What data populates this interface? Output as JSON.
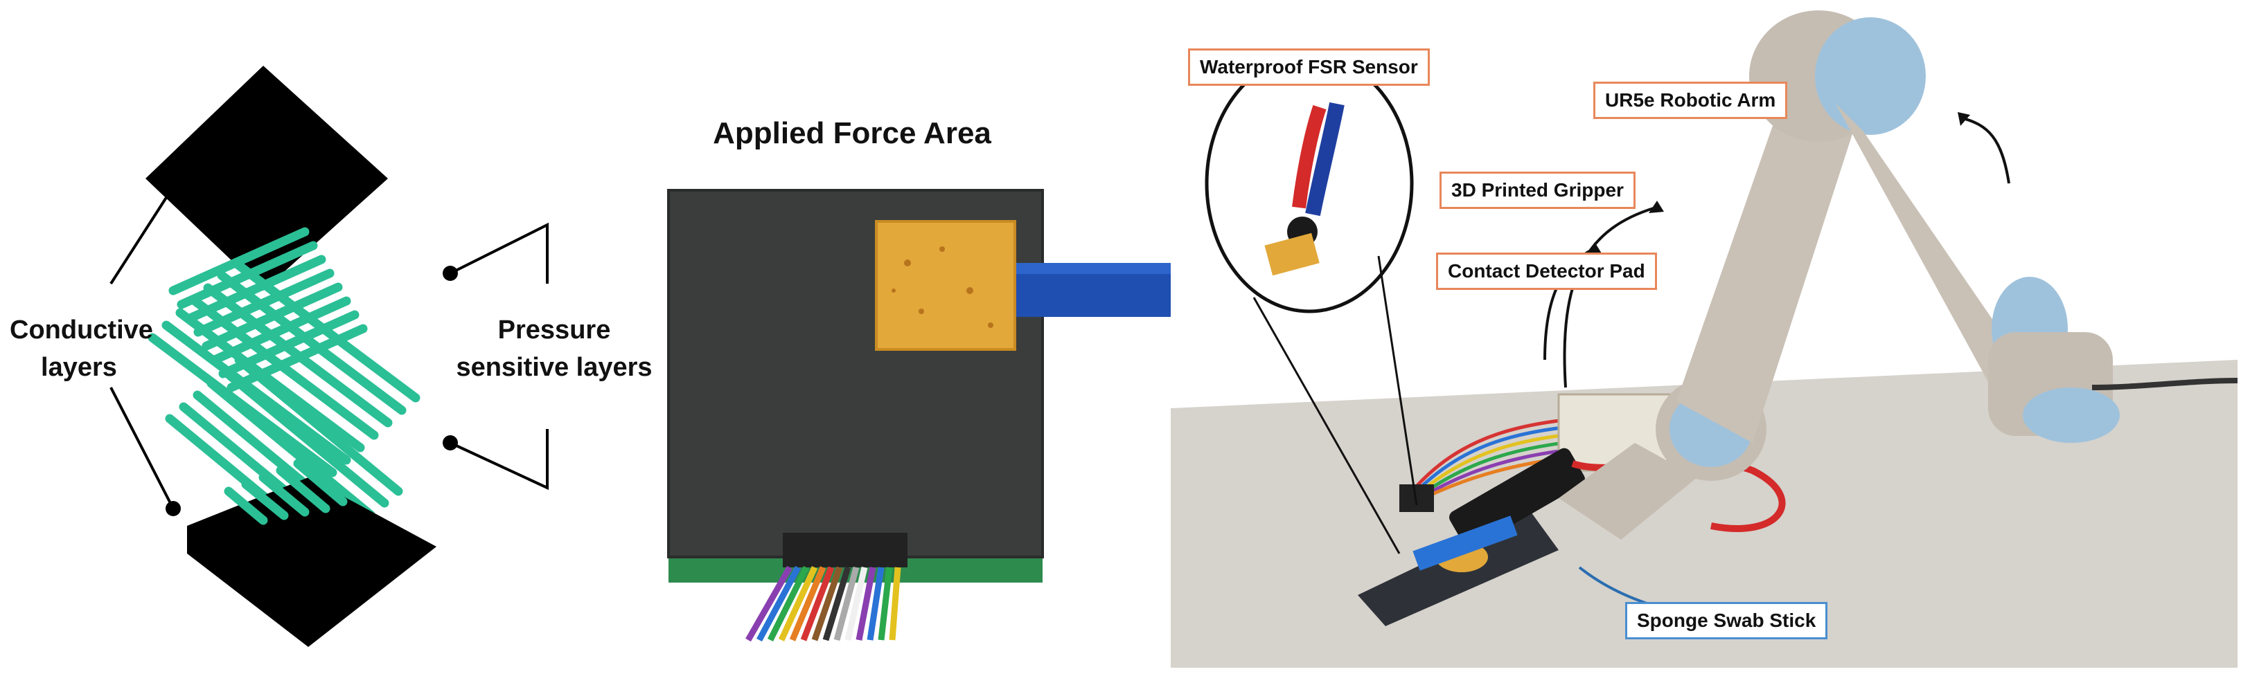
{
  "left_panel": {
    "label_conductive": "Conductive layers",
    "label_pressure": "Pressure sensitive layers",
    "colors": {
      "layer": "#000000",
      "trace": "#2bbf96"
    }
  },
  "middle_panel": {
    "title": "Applied Force Area",
    "colors": {
      "pad": "#3a3d3c",
      "sponge": "#e2a83a",
      "stick": "#1f4fb0",
      "pcb": "#2e8b4e"
    }
  },
  "right_panel": {
    "callouts": {
      "fsr_sensor": "Waterproof FSR Sensor",
      "robotic_arm": "UR5e Robotic Arm",
      "gripper": "3D Printed Gripper",
      "detector_pad": "Contact Detector Pad",
      "swab_stick": "Sponge Swab Stick"
    },
    "colors": {
      "callout_border": "#e8875a",
      "swab_border": "#4a8fd1",
      "arm": "#c5bdb2",
      "joint": "#9fc2dc",
      "cable": "#d42a2a"
    }
  }
}
